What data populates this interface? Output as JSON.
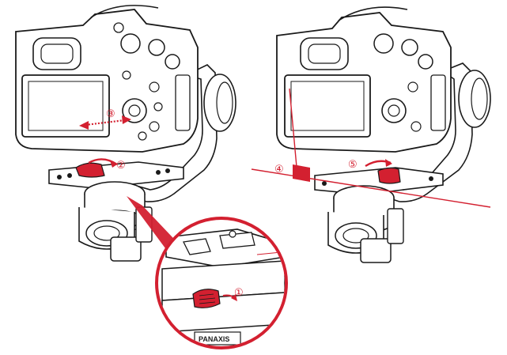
{
  "steps": {
    "step1": "①",
    "step2": "②",
    "step3": "③",
    "step4": "④",
    "step5": "⑤"
  },
  "brand_label": "PANAXIS",
  "colors": {
    "accent": "#d32030",
    "outline": "#1a1a1a",
    "body_fill": "#ffffff",
    "shade": "#e6e6e6"
  },
  "icons": {
    "arrow": "double-arrow-icon",
    "lock_arrow": "curved-arrow-icon",
    "align_line": "alignment-line"
  }
}
